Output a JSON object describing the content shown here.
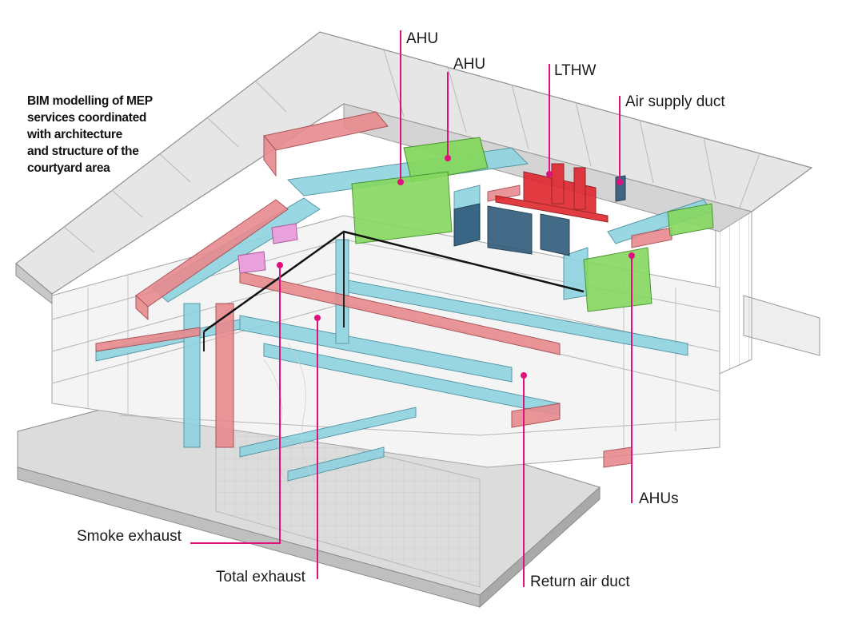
{
  "caption": {
    "lines": [
      "BIM modelling of MEP",
      "services coordinated",
      "with architecture",
      "and structure of the",
      "courtyard area"
    ]
  },
  "callouts": {
    "ahu_1": "AHU",
    "ahu_2": "AHU",
    "lthw": "LTHW",
    "air_supply_duct": "Air supply duct",
    "ahus": "AHUs",
    "smoke_exhaust": "Smoke exhaust",
    "total_exhaust": "Total exhaust",
    "return_air_duct": "Return air duct"
  },
  "colors": {
    "leader": "#e0107c",
    "supply_duct": "#8fd3e0",
    "return_duct": "#e88a8e",
    "ahu": "#86d860",
    "lthw": "#e0262e",
    "structure": "#e8e8e8"
  }
}
